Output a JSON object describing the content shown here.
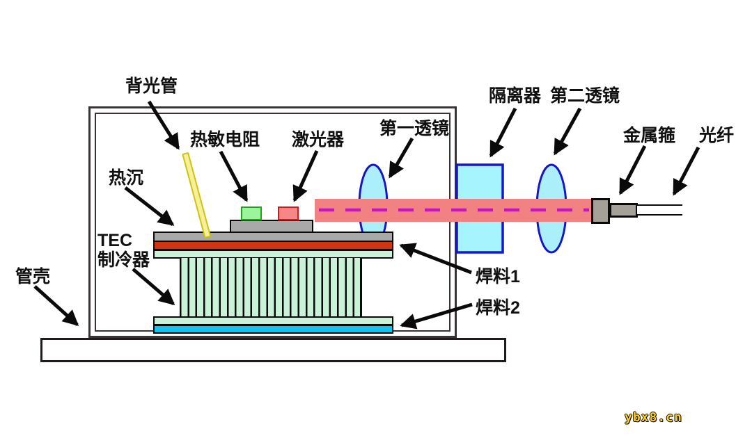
{
  "watermark": "ybx8.cn",
  "labels": {
    "backlight_tube": "背光管",
    "thermistor": "热敏电阻",
    "laser": "激光器",
    "first_lens": "第一透镜",
    "isolator": "隔离器",
    "second_lens": "第二透镜",
    "metal_ferrule": "金属箍",
    "optical_fiber": "光纤",
    "heat_sink": "热沉",
    "tec_line1": "TEC",
    "tec_line2": "制冷器",
    "package_shell": "管壳",
    "solder1": "焊料1",
    "solder2": "焊料2"
  },
  "colors": {
    "beam": "#f28282",
    "optical_axis_dash": "#c513c5",
    "lens_fill": "#abeffb",
    "lens_stroke": "#1616c8",
    "tec_green": "#c9f2d9",
    "solder1_red": "#d03510",
    "solder2_cyan": "#0fc4f0",
    "metal_gray": "#a9a9a9",
    "thermistor_green": "#9cf59c",
    "laser_red": "#f58787",
    "tube_yellow": "#f6ef9c",
    "package_border": "#3c3133",
    "watermark_yellow": "#ffd020"
  }
}
